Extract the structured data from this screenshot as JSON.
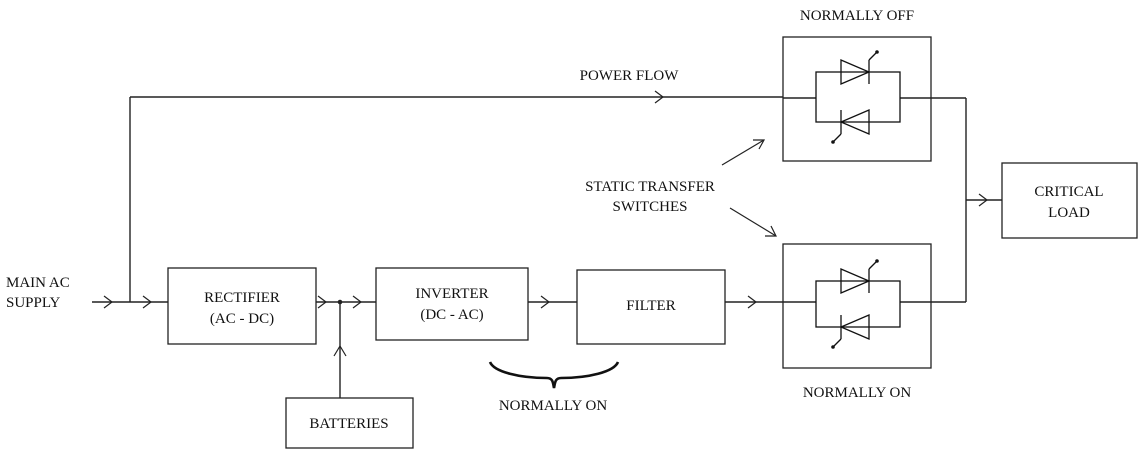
{
  "labels": {
    "main_ac_supply": [
      "MAIN AC",
      "SUPPLY"
    ],
    "rectifier": [
      "RECTIFIER",
      "(AC - DC)"
    ],
    "batteries": "BATTERIES",
    "inverter": [
      "INVERTER",
      "(DC - AC)"
    ],
    "filter": "FILTER",
    "normally_on_bottom": "NORMALLY ON",
    "power_flow": "POWER FLOW",
    "normally_off": "NORMALLY OFF",
    "normally_on_switch": "NORMALLY ON",
    "static_transfer_switches": [
      "STATIC TRANSFER",
      "SWITCHES"
    ],
    "critical_load": [
      "CRITICAL",
      "LOAD"
    ]
  }
}
